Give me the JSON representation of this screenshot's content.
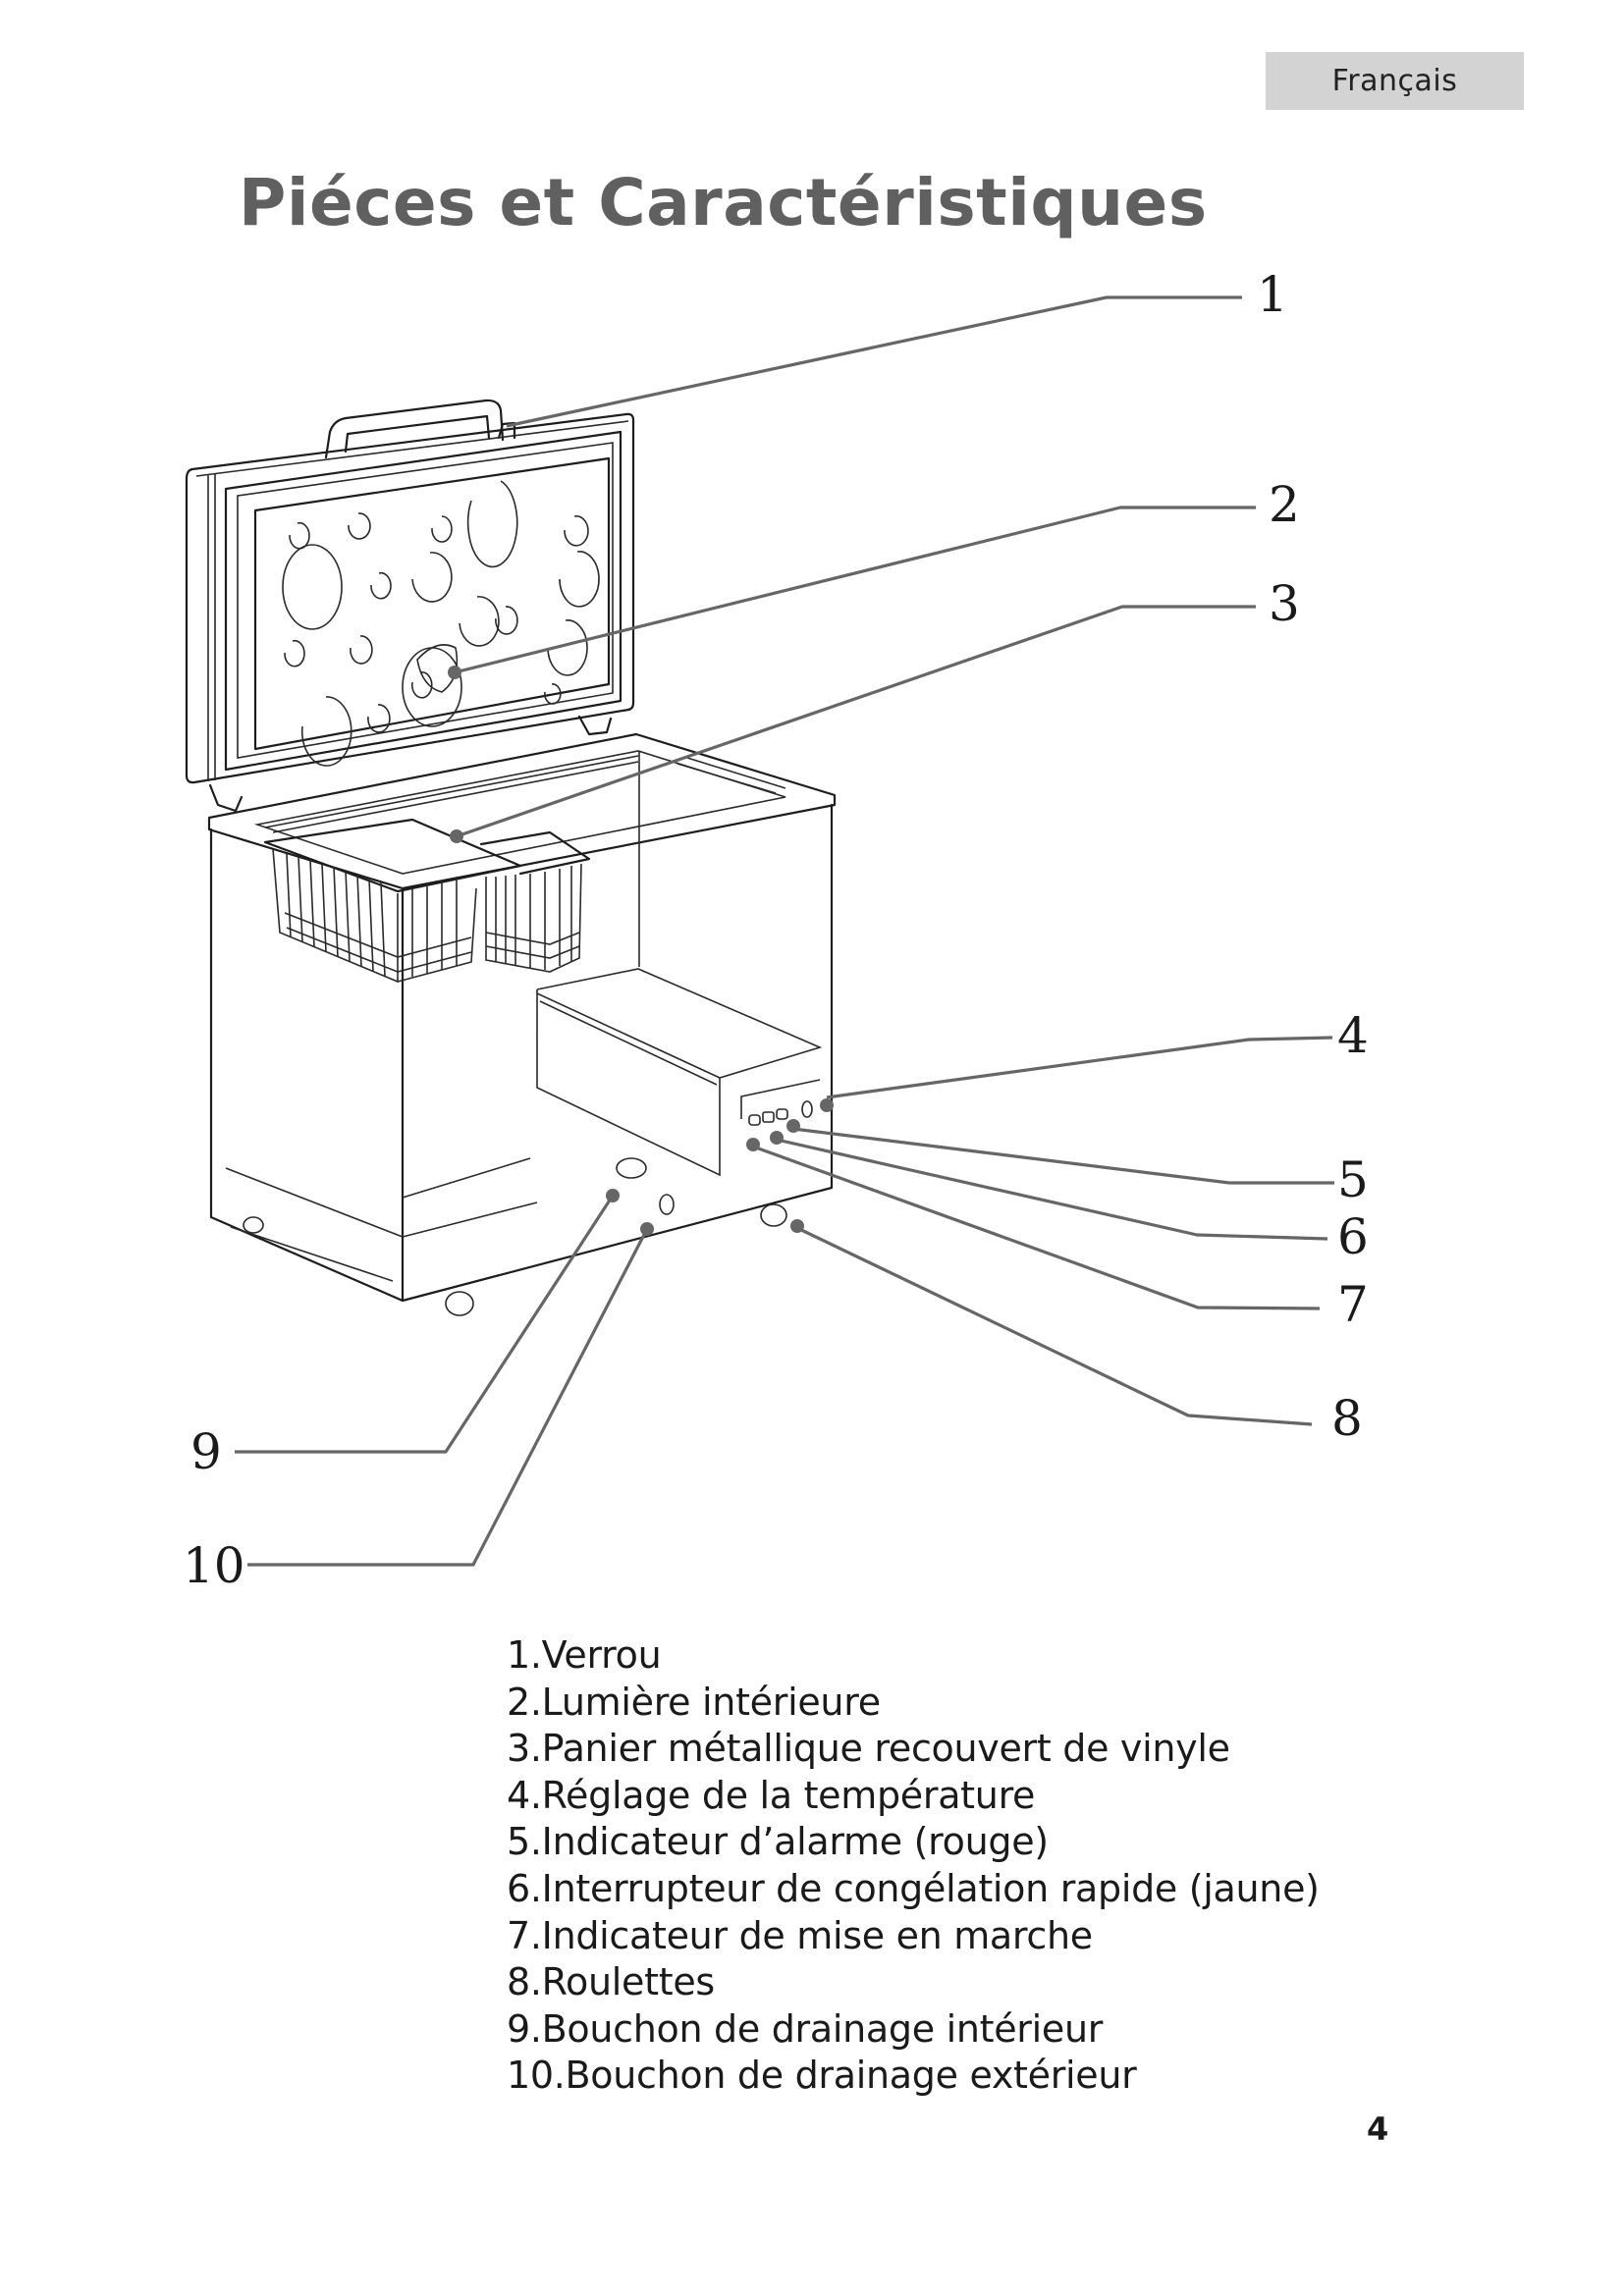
{
  "header": {
    "language_tab": "Français",
    "title": "Piéces et Caractéristiques"
  },
  "diagram": {
    "subject": "chest-freezer",
    "callouts": [
      {
        "number": "1",
        "part": "latch"
      },
      {
        "number": "2",
        "part": "interior-light"
      },
      {
        "number": "3",
        "part": "wire-basket"
      },
      {
        "number": "4",
        "part": "temperature-control"
      },
      {
        "number": "5",
        "part": "alarm-indicator"
      },
      {
        "number": "6",
        "part": "quick-freeze-switch"
      },
      {
        "number": "7",
        "part": "power-indicator"
      },
      {
        "number": "8",
        "part": "casters"
      },
      {
        "number": "9",
        "part": "interior-drain-plug"
      },
      {
        "number": "10",
        "part": "exterior-drain-plug"
      }
    ]
  },
  "parts_list": [
    "1.Verrou",
    "2.Lumière intérieure",
    "3.Panier métallique recouvert de vinyle",
    "4.Réglage de la température",
    "5.Indicateur d’alarme (rouge)",
    "6.Interrupteur de congélation rapide (jaune)",
    "7.Indicateur de mise en marche",
    "8.Roulettes",
    "9.Bouchon de drainage intérieur",
    "10.Bouchon de drainage extérieur"
  ],
  "footer": {
    "page_number": "4"
  }
}
